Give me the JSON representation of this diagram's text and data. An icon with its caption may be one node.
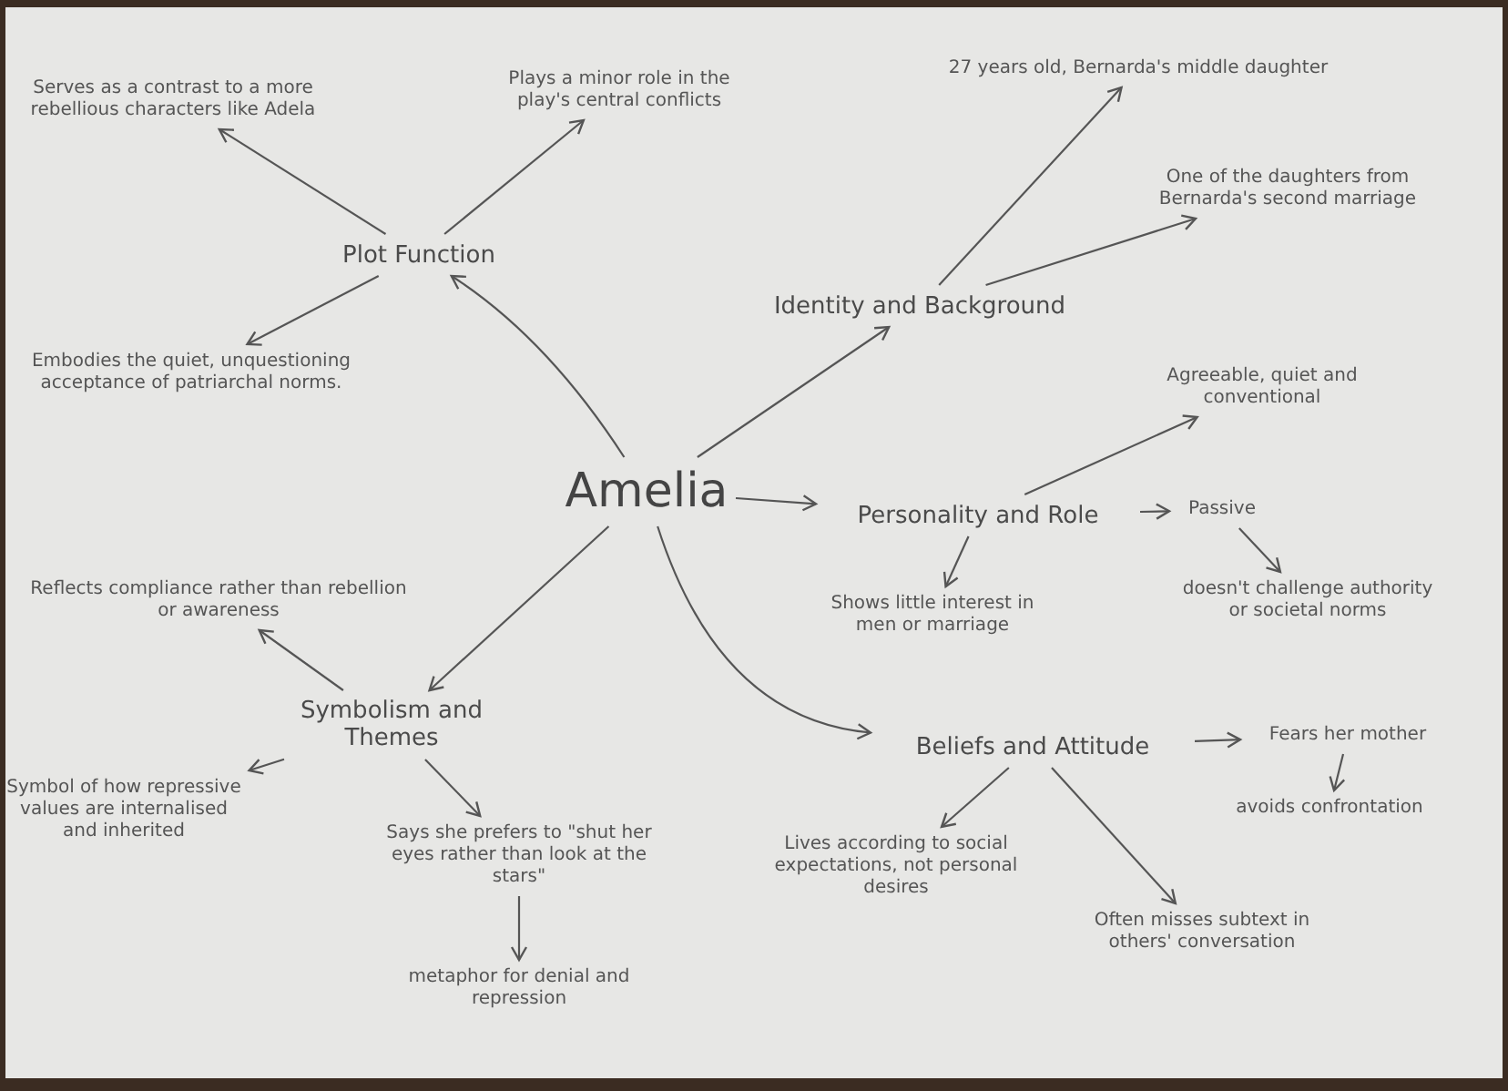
{
  "diagram": {
    "nodes": [
      {
        "text": [
          "Amelia"
        ]
      },
      {
        "text": [
          "Plot Function"
        ]
      },
      {
        "text": [
          "Serves as a contrast to a more rebellious characters like Adela"
        ]
      },
      {
        "text": [
          "Plays a minor role in the play's central conflicts"
        ]
      },
      {
        "text": [
          "Embodies the quiet, unquestioning acceptance of patriarchal norms."
        ]
      },
      {
        "text": [
          "Identity and Background"
        ]
      },
      {
        "text": [
          "27 years old, Bernarda's middle daughter"
        ]
      },
      {
        "text": [
          "One of the daughters from Bernarda's second marriage"
        ]
      },
      {
        "text": [
          "Personality and Role"
        ]
      },
      {
        "text": [
          "Agreeable, quiet and conventional"
        ]
      },
      {
        "text": [
          "Passive"
        ]
      },
      {
        "text": [
          "Shows little interest in men or marriage"
        ]
      },
      {
        "text": [
          "doesn't challenge authority or societal norms"
        ]
      },
      {
        "text": [
          "Symbolism and Themes"
        ]
      },
      {
        "text": [
          "Reflects compliance rather than rebellion or awareness"
        ]
      },
      {
        "text": [
          "Symbol of how repressive values are internalised and inherited"
        ]
      },
      {
        "text": [
          "Says she prefers to \"shut her eyes rather than look at the stars\""
        ]
      },
      {
        "text": [
          "metaphor for denial and repression"
        ]
      },
      {
        "text": [
          "Beliefs and Attitude"
        ]
      },
      {
        "text": [
          "Fears her mother"
        ]
      },
      {
        "text": [
          "avoids confrontation"
        ]
      },
      {
        "text": [
          "Lives according to social expectations, not personal desires"
        ]
      },
      {
        "text": [
          "Often misses subtext in others' conversation"
        ]
      }
    ],
    "edges": [
      {
        "from": 0,
        "to": 1,
        "arrow": "to"
      },
      {
        "from": 1,
        "to": 2,
        "arrow": "to"
      },
      {
        "from": 1,
        "to": 3,
        "arrow": "to"
      },
      {
        "from": 1,
        "to": 4,
        "arrow": "to"
      },
      {
        "from": 0,
        "to": 5,
        "arrow": "to"
      },
      {
        "from": 5,
        "to": 6,
        "arrow": "to"
      },
      {
        "from": 5,
        "to": 7,
        "arrow": "to"
      },
      {
        "from": 0,
        "to": 8,
        "arrow": "to"
      },
      {
        "from": 8,
        "to": 9,
        "arrow": "to"
      },
      {
        "from": 8,
        "to": 10,
        "arrow": "to"
      },
      {
        "from": 8,
        "to": 11,
        "arrow": "to"
      },
      {
        "from": 10,
        "to": 12,
        "arrow": "to"
      },
      {
        "from": 0,
        "to": 13,
        "arrow": "to"
      },
      {
        "from": 13,
        "to": 14,
        "arrow": "to"
      },
      {
        "from": 13,
        "to": 15,
        "arrow": "to"
      },
      {
        "from": 13,
        "to": 16,
        "arrow": "to"
      },
      {
        "from": 16,
        "to": 17,
        "arrow": "to"
      },
      {
        "from": 0,
        "to": 18,
        "arrow": "to"
      },
      {
        "from": 18,
        "to": 19,
        "arrow": "to"
      },
      {
        "from": 19,
        "to": 20,
        "arrow": "to"
      },
      {
        "from": 18,
        "to": 21,
        "arrow": "to"
      },
      {
        "from": 18,
        "to": 22,
        "arrow": "to"
      }
    ]
  }
}
